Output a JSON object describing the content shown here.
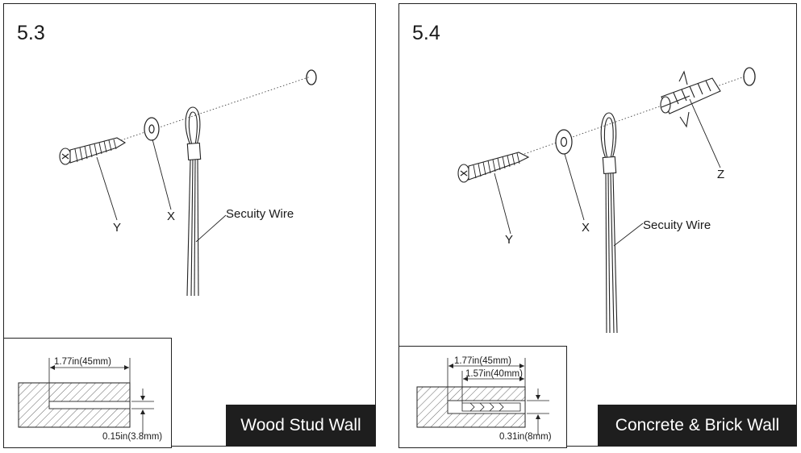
{
  "left_panel": {
    "step": "5.3",
    "labels": {
      "y": "Y",
      "x": "X",
      "wire": "Secuity Wire"
    },
    "dims": {
      "depth": "1.77in(45mm)",
      "hole": "0.15in(3.8mm)"
    },
    "caption": "Wood Stud Wall"
  },
  "right_panel": {
    "step": "5.4",
    "labels": {
      "y": "Y",
      "x": "X",
      "z": "Z",
      "wire": "Secuity Wire"
    },
    "dims": {
      "depth_outer": "1.77in(45mm)",
      "depth_inner": "1.57in(40mm)",
      "hole": "0.31in(8mm)"
    },
    "caption": "Concrete & Brick Wall"
  }
}
